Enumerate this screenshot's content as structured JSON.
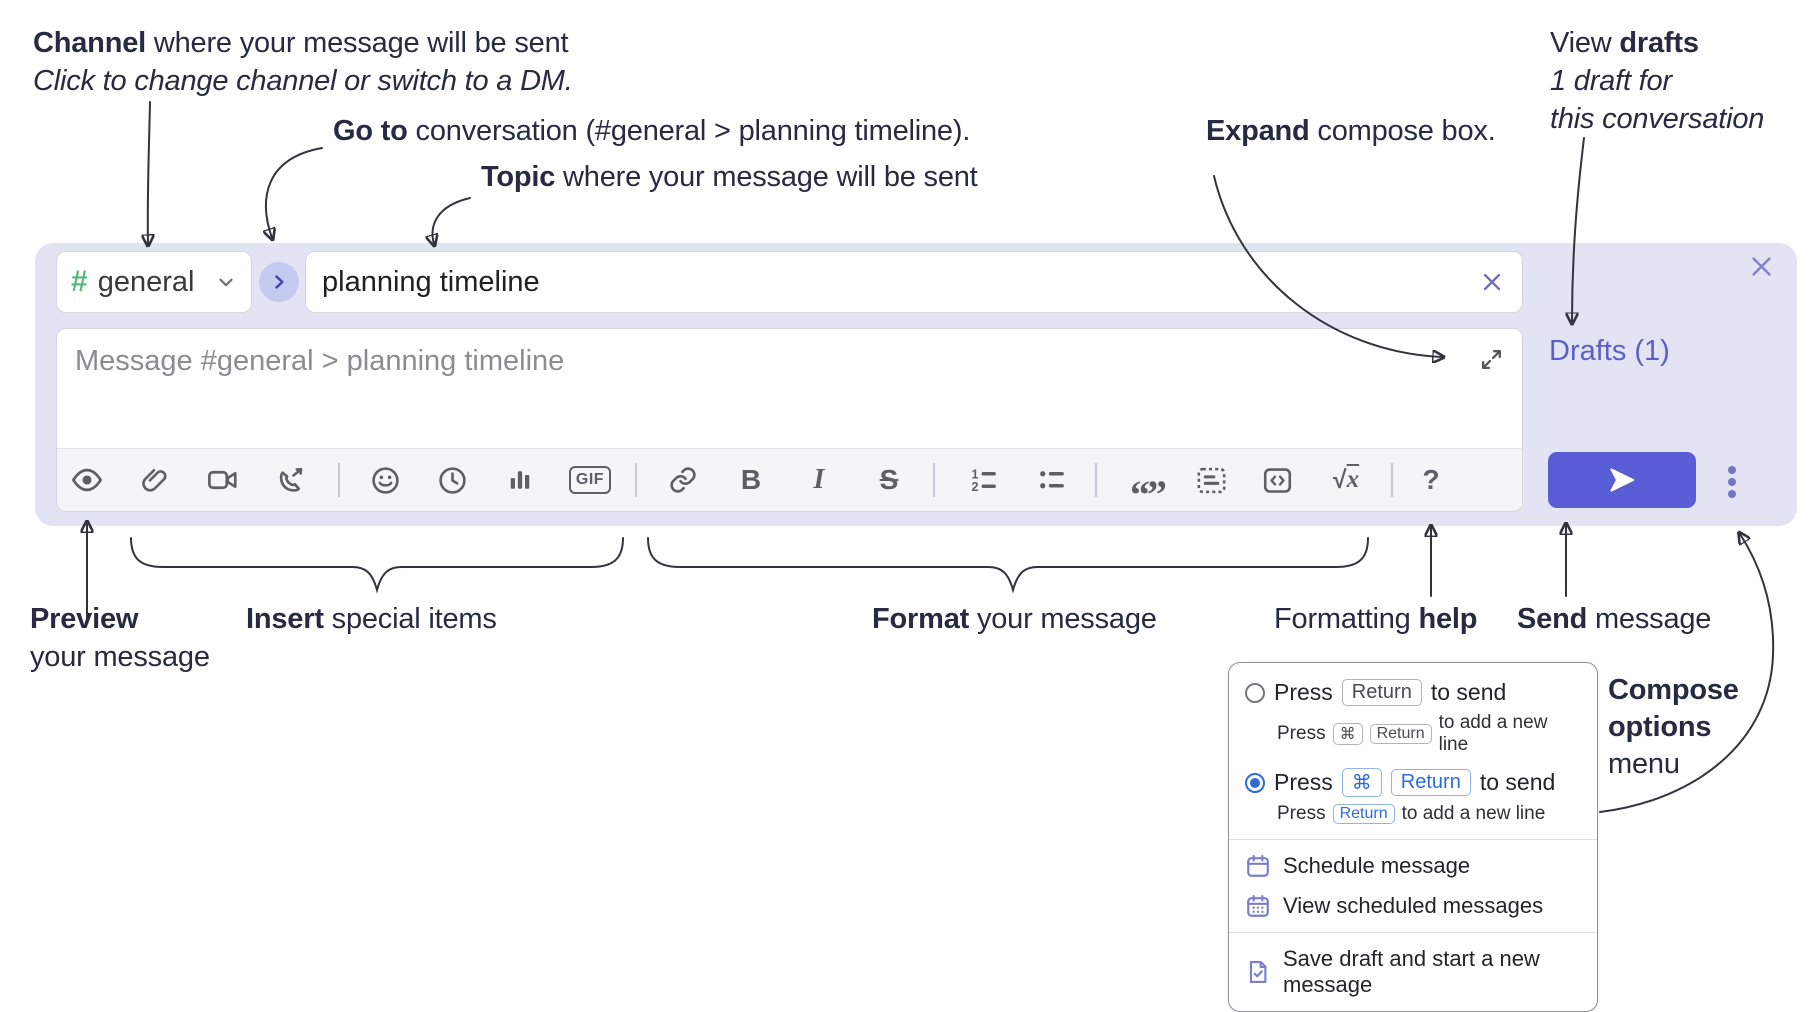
{
  "colors": {
    "panel_bg": "#e2e4f4",
    "accent_purple": "#585dd6",
    "drafts_link": "#5b5fc7",
    "channel_hash_green": "#57b87b",
    "radio_selected_blue": "#2e6bdb",
    "menu_icon_purple": "#7b7ec9",
    "annotation_text": "#272b42",
    "toolbar_icon": "#5d5f66"
  },
  "annotations": {
    "channel_bold": "Channel",
    "channel_rest": " where your message will be sent",
    "channel_sub": "Click to change channel or switch to a DM.",
    "goto_bold": "Go to",
    "goto_rest": " conversation (#general > planning timeline).",
    "topic_bold": "Topic",
    "topic_rest": " where your message will be sent",
    "expand_bold": "Expand",
    "expand_rest": " compose box.",
    "drafts_pre": "View ",
    "drafts_bold": "drafts",
    "drafts_l2": "1 draft for",
    "drafts_l3": "this conversation",
    "preview_bold": "Preview",
    "preview_l2": "your message",
    "insert_bold": "Insert",
    "insert_rest": " special items",
    "format_bold": "Format",
    "format_rest": " your message",
    "help_pre": "Formatting ",
    "help_bold": "help",
    "send_bold": "Send",
    "send_rest": " message",
    "compose_l1": "Compose",
    "compose_l2": "options",
    "compose_l3": "menu"
  },
  "composer": {
    "channel": {
      "hash": "#",
      "name": "general"
    },
    "topic": {
      "value": "planning timeline"
    },
    "message": {
      "placeholder": "Message #general > planning timeline"
    },
    "drafts_link": "Drafts (1)",
    "toolbar": {
      "bold": "B",
      "italic": "I",
      "strike": "S",
      "gif": "GIF",
      "quote": "“”",
      "sqrt": "√",
      "sqrt_x": "x",
      "help": "?"
    },
    "icons": [
      "preview-eye",
      "attach-paperclip",
      "video-camera",
      "audio-call",
      "emoji-smiley",
      "schedule-clock",
      "poll-bar-chart",
      "gif",
      "link",
      "bold",
      "italic",
      "strikethrough",
      "numbered-list",
      "bulleted-list",
      "quote",
      "blockquote-dotted",
      "code-block",
      "formula",
      "formatting-help"
    ]
  },
  "options_menu": {
    "opt1": {
      "selected": false,
      "pre": "Press",
      "key": "Return",
      "post": "to send",
      "sub_pre": "Press",
      "sub_key1": "⌘",
      "sub_key2": "Return",
      "sub_post": "to add a new line"
    },
    "opt2": {
      "selected": true,
      "pre": "Press",
      "key1": "⌘",
      "key2": "Return",
      "post": "to send",
      "sub_pre": "Press",
      "sub_key": "Return",
      "sub_post": "to add a new line"
    },
    "schedule": "Schedule message",
    "view_scheduled": "View scheduled messages",
    "save_draft": "Save draft and start a new message"
  }
}
